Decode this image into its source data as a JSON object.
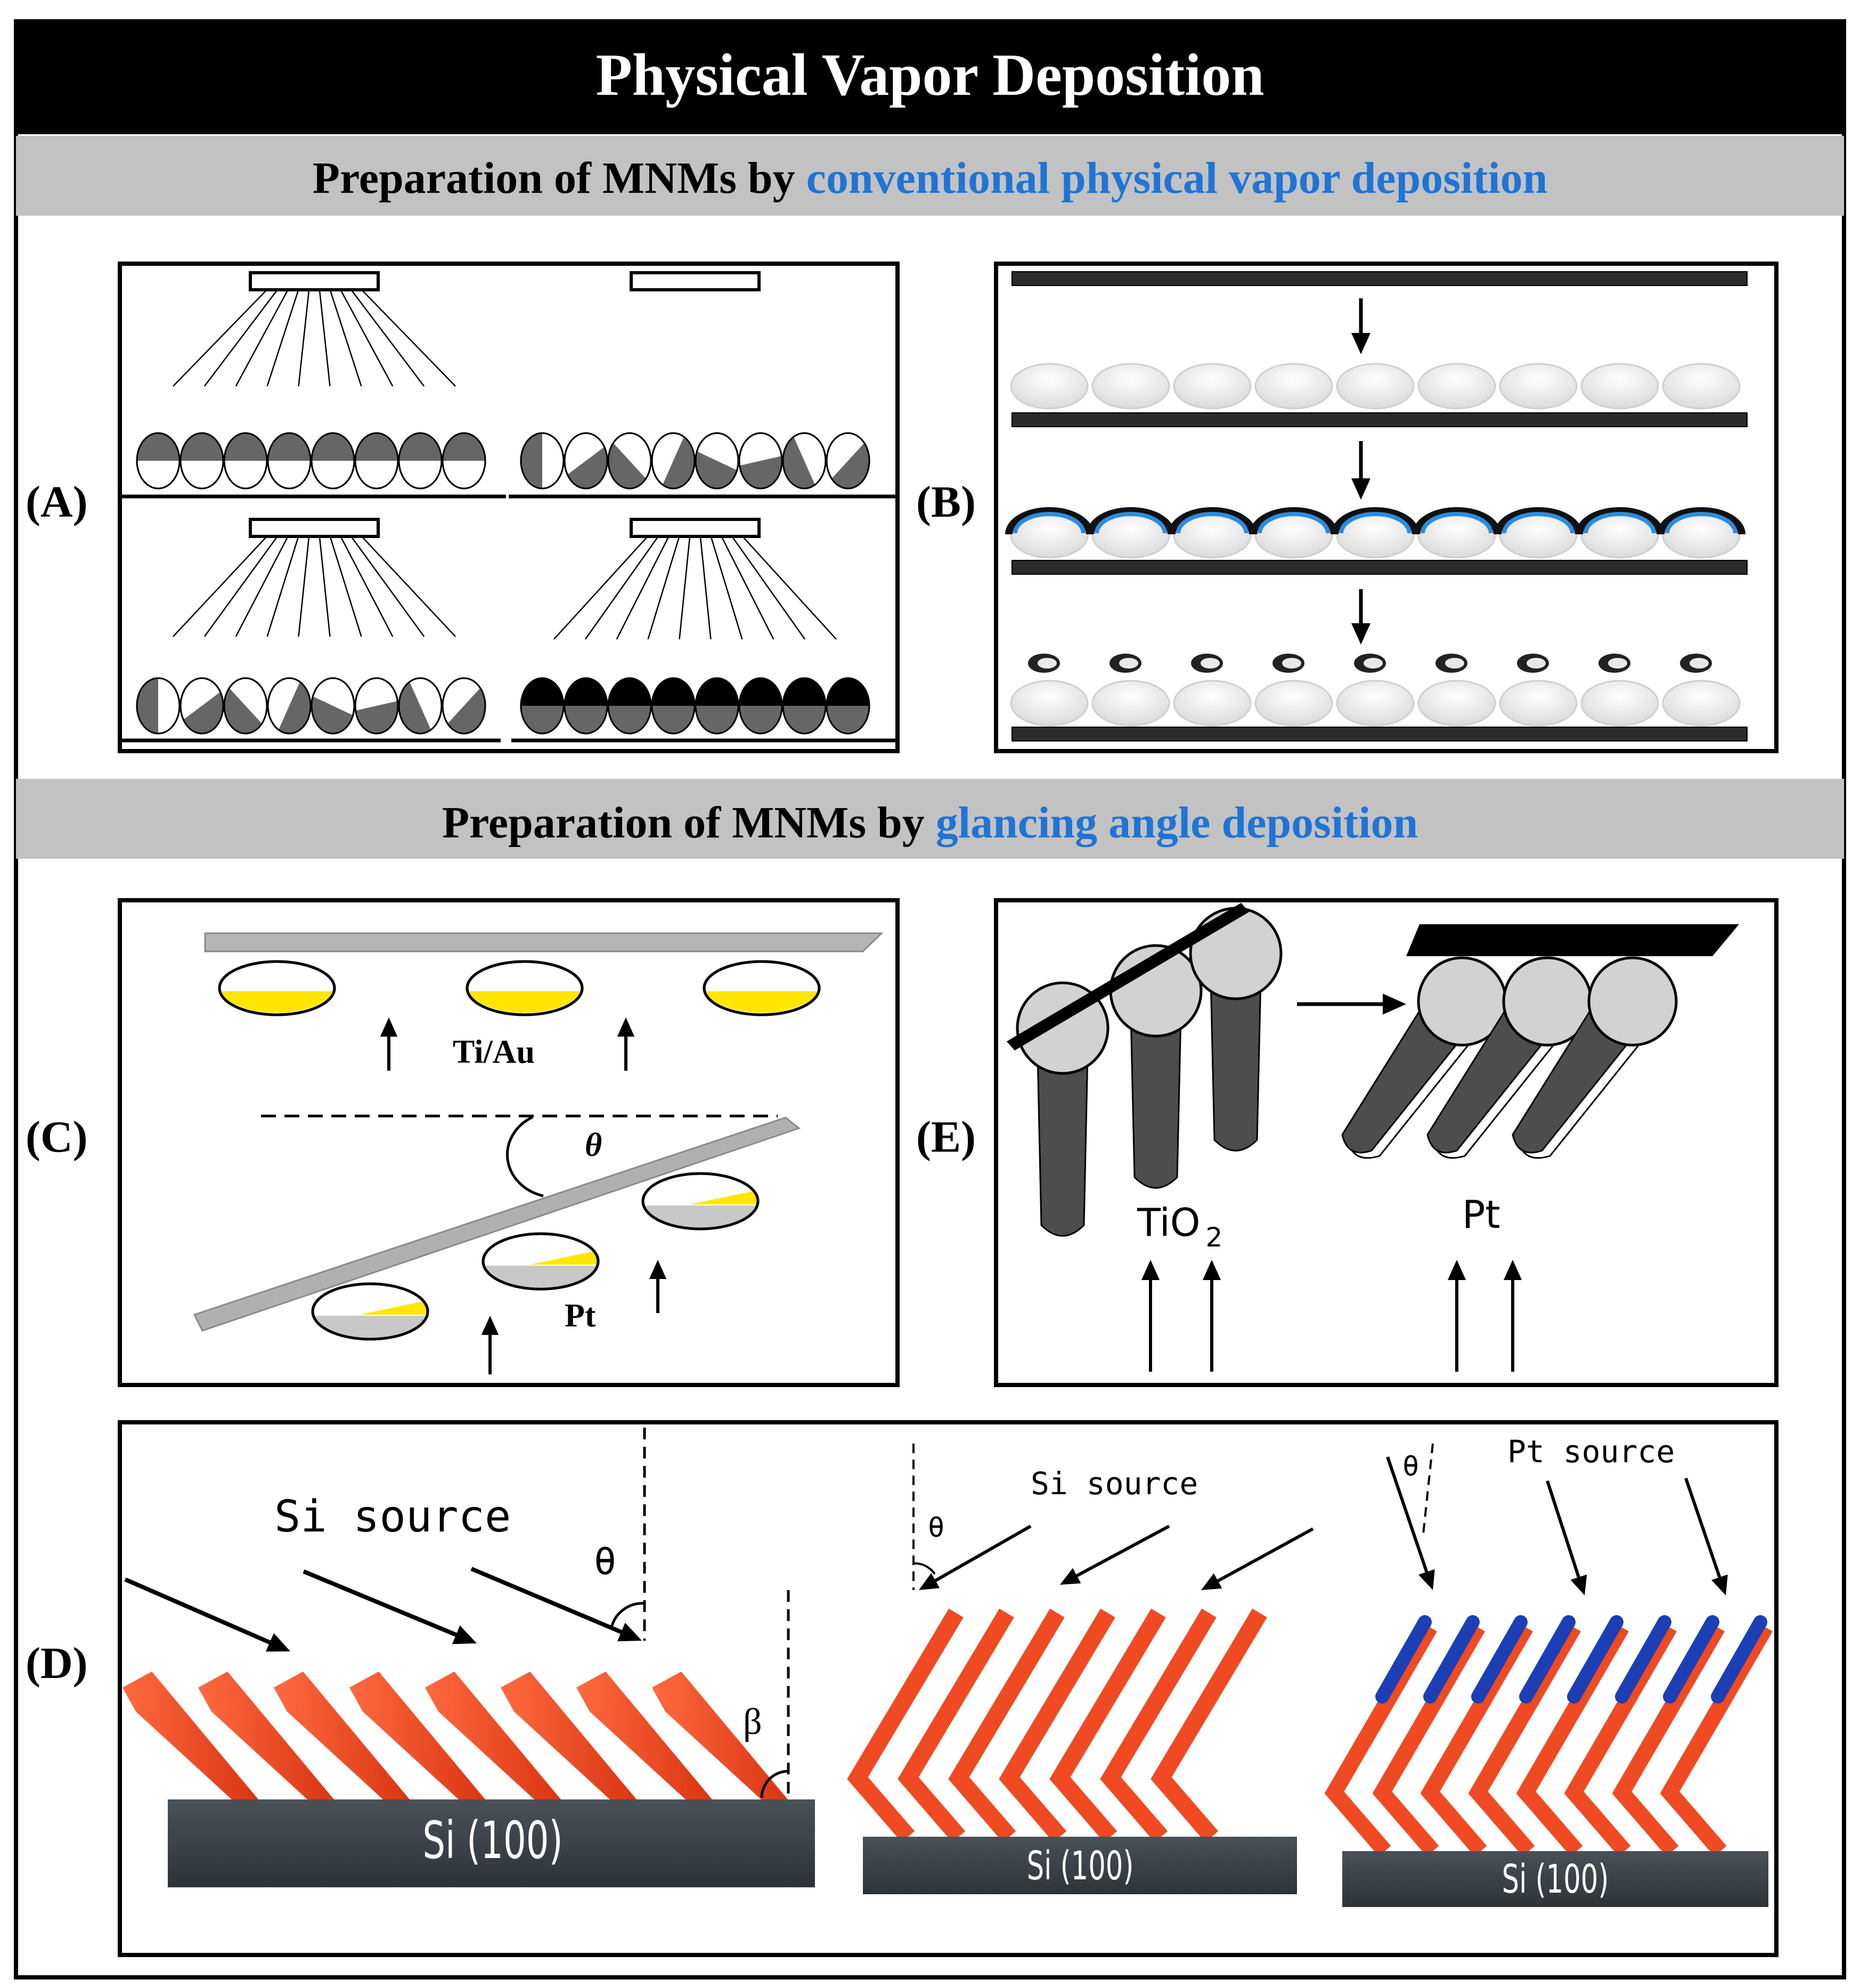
{
  "title": "Physical Vapor Deposition",
  "section1": {
    "prefix": "Preparation of MNMs by ",
    "highlight": "conventional physical vapor deposition"
  },
  "section2": {
    "prefix": "Preparation of MNMs by ",
    "highlight": "glancing angle deposition"
  },
  "panel_labels": {
    "a": "(A)",
    "b": "(B)",
    "c": "(C)",
    "d": "(D)",
    "e": "(E)"
  },
  "panel_c": {
    "tiau": "Ti/Au",
    "theta": "θ",
    "pt": "Pt"
  },
  "panel_e": {
    "tio2_main": "TiO",
    "tio2_sub": "2",
    "pt": "Pt"
  },
  "panel_d": {
    "source1": "Si  source",
    "theta1": "θ",
    "beta": "β",
    "substrate1": "Si (100)",
    "source2": "Si  source",
    "theta2": "θ",
    "substrate2": "Si (100)",
    "source3": "Pt  source",
    "theta3": "θ",
    "substrate3": "Si (100)"
  },
  "colors": {
    "accent_blue": "#1f74d6",
    "header_bar": "#000000",
    "section_bar": "#c2c2c2",
    "janus_gray": "#666666",
    "gold_yellow": "#ffe600",
    "rod_orange": "#ef4a22",
    "rod_blue": "#1d3fb5",
    "substrate_dark": "#3d4347"
  }
}
